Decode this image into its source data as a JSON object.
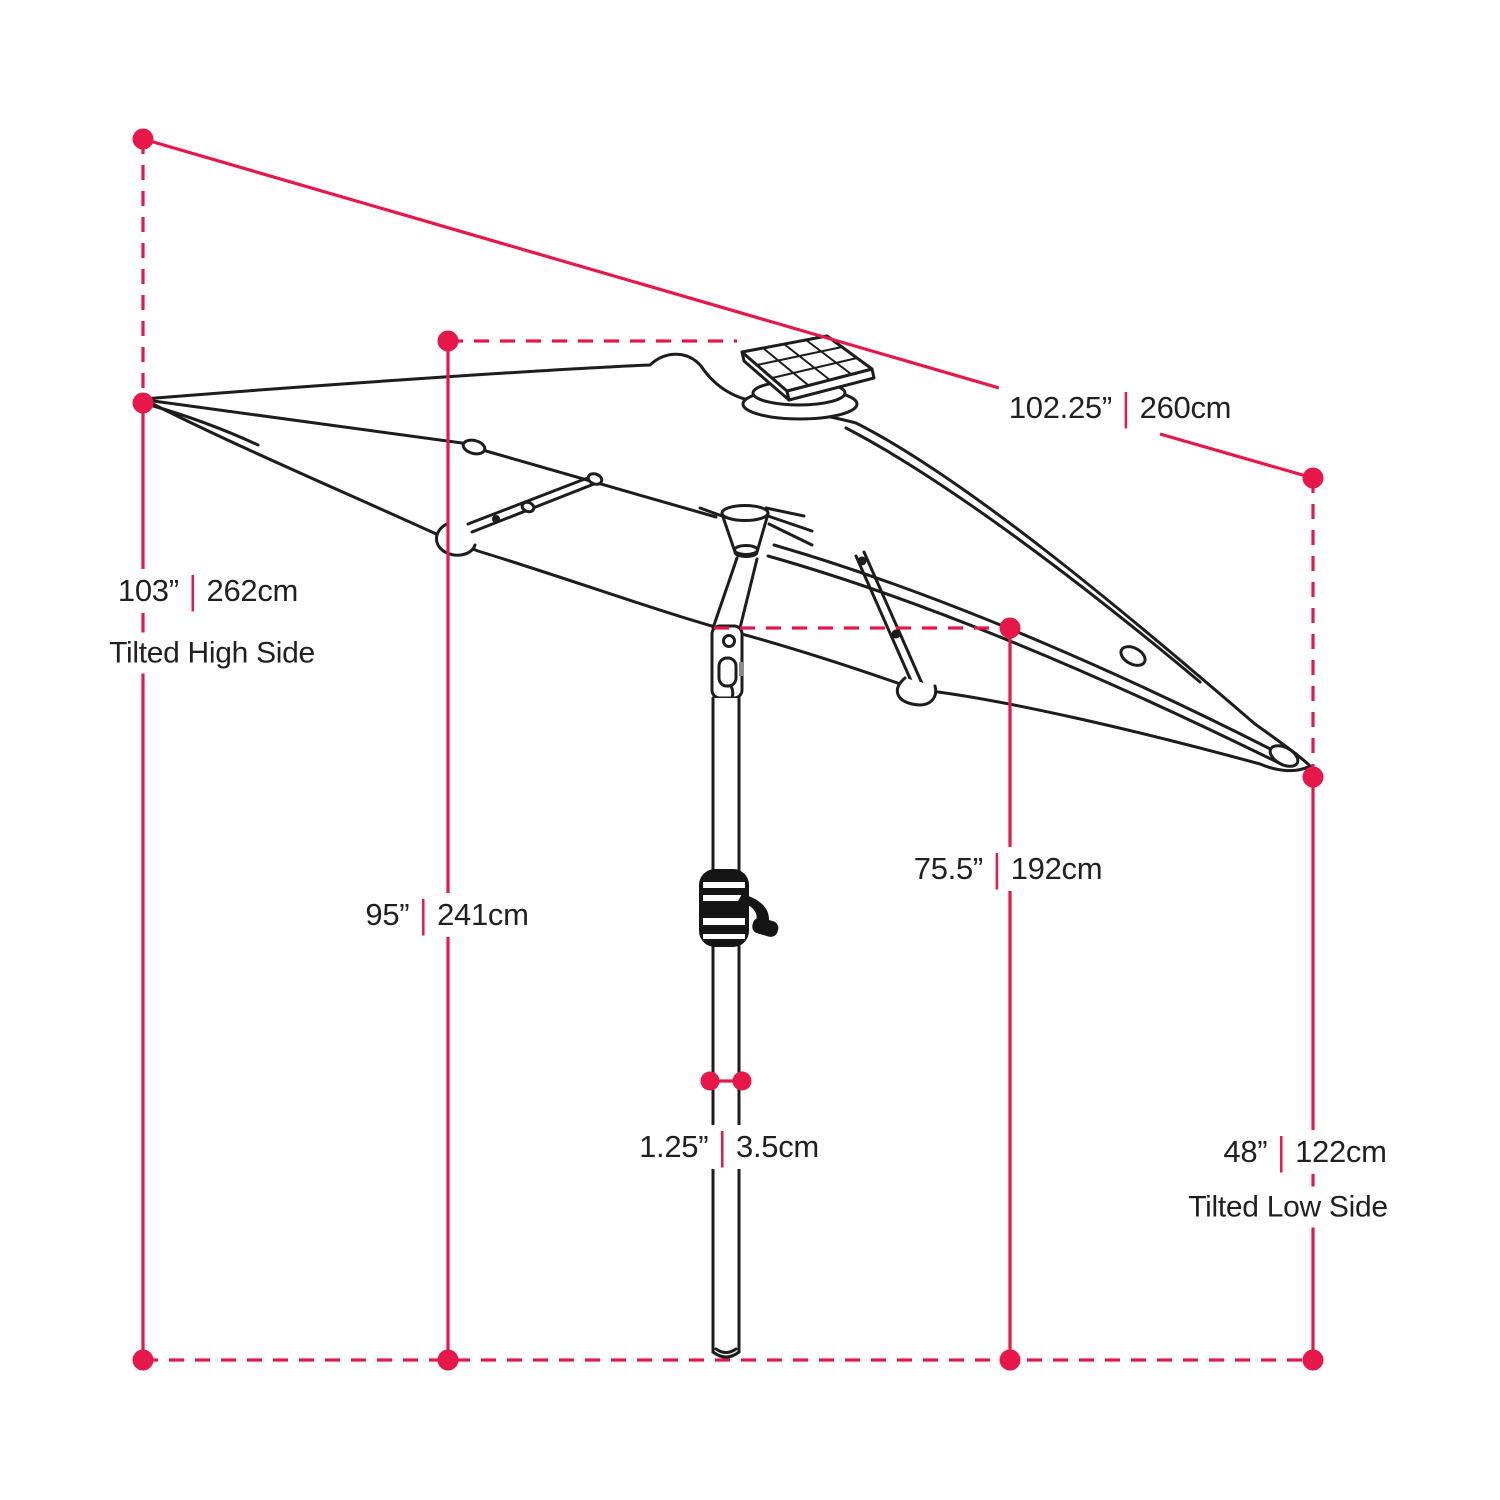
{
  "colors": {
    "accent_red": "#E8174A",
    "line_black": "#1D1D1B",
    "text_black": "#231F20"
  },
  "separator": "|",
  "dimensions": {
    "canopy_diagonal": {
      "inches": "102.25”",
      "cm": "260cm"
    },
    "tilted_high": {
      "inches": "103”",
      "cm": "262cm",
      "caption": "Tilted High Side"
    },
    "pole_height": {
      "inches": "95”",
      "cm": "241cm"
    },
    "canopy_clearance": {
      "inches": "75.5”",
      "cm": "192cm"
    },
    "pole_diameter": {
      "inches": "1.25”",
      "cm": "3.5cm"
    },
    "tilted_low": {
      "inches": "48”",
      "cm": "122cm",
      "caption": "Tilted Low Side"
    }
  }
}
